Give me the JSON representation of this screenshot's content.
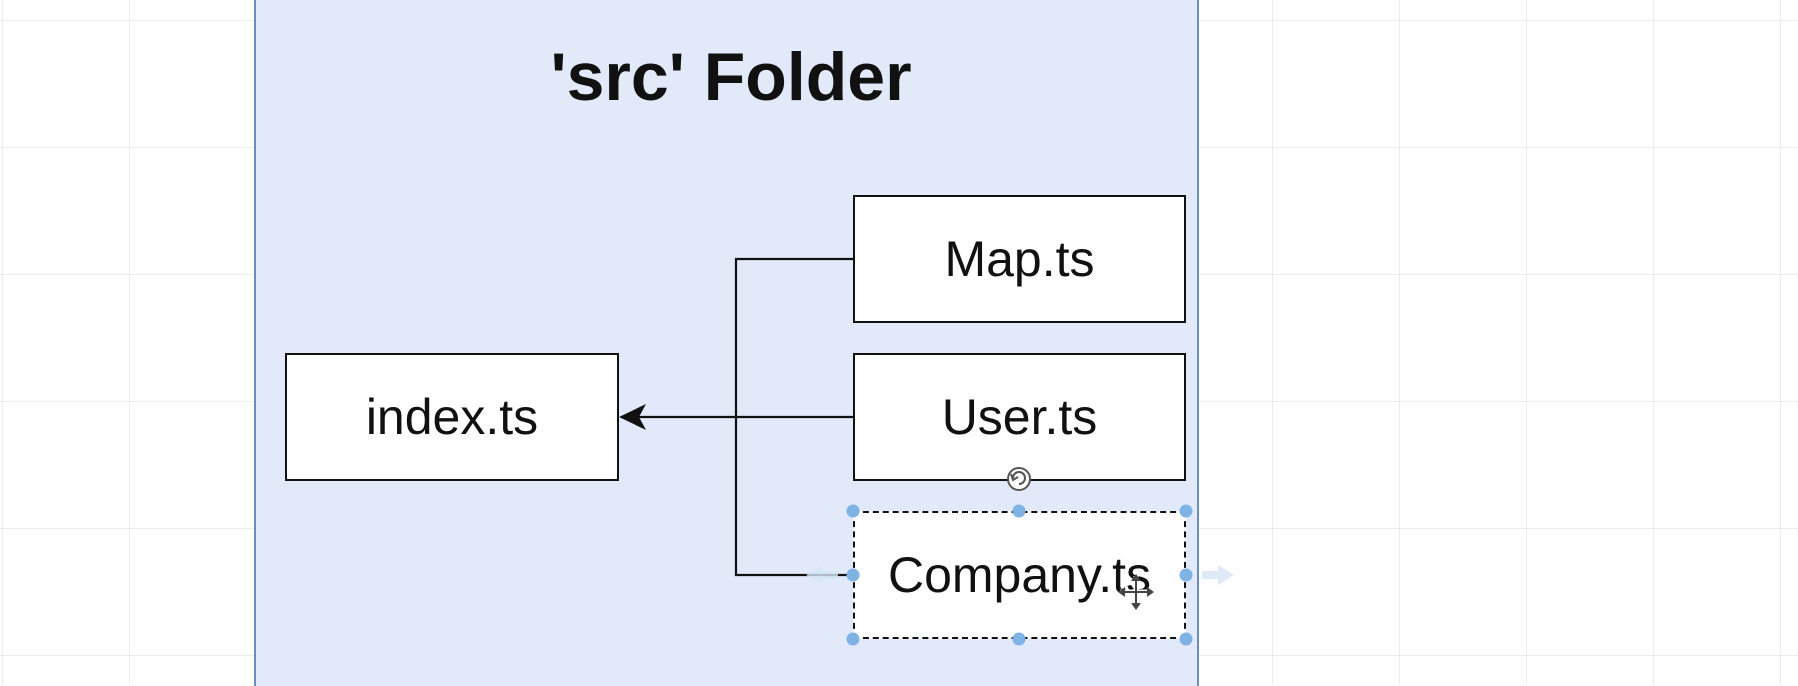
{
  "diagram": {
    "title": "'src' Folder",
    "nodes": {
      "index": "index.ts",
      "map": "Map.ts",
      "user": "User.ts",
      "company": "Company.ts"
    },
    "selected_node": "company",
    "colors": {
      "folder_fill": "#e2e9f9",
      "folder_border": "#6c8ebf",
      "node_border": "#111111",
      "handle": "#7fb2e5",
      "grid": "#ececec"
    }
  }
}
